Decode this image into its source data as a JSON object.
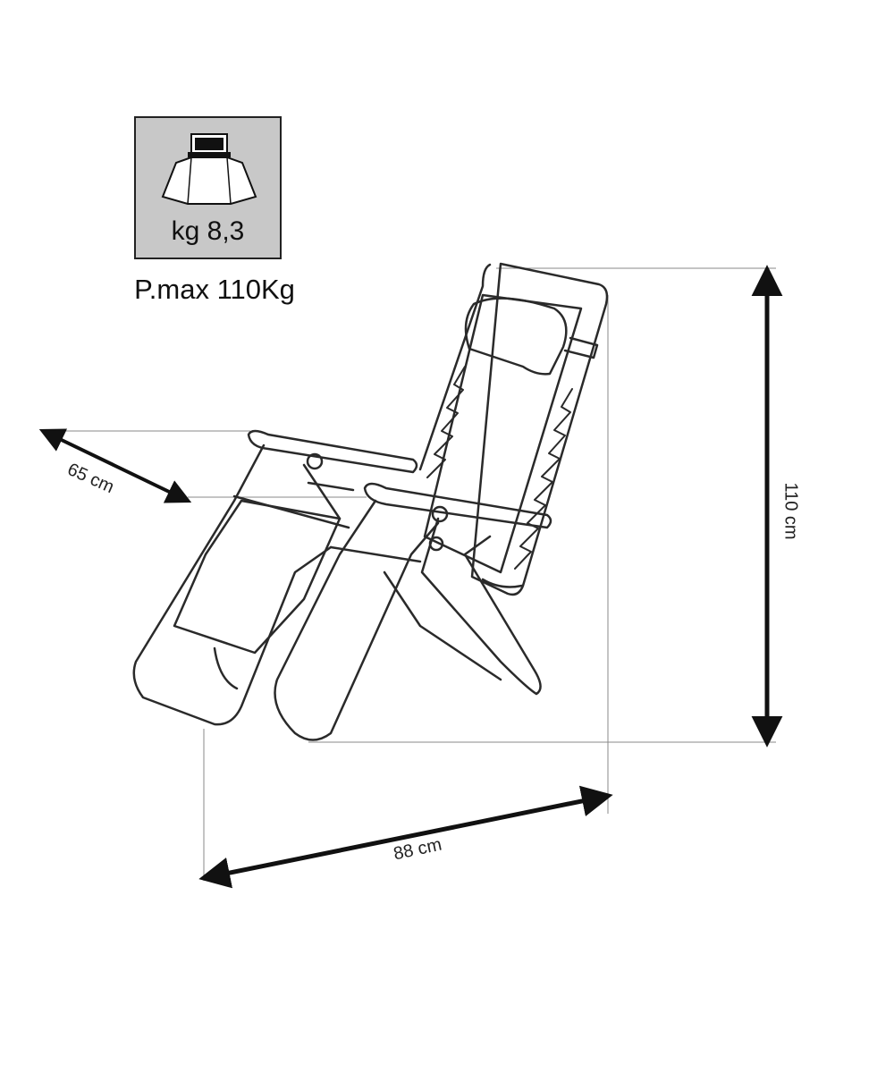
{
  "weight_box": {
    "weight_label": "kg 8,3",
    "icon": "bag-weight-icon",
    "background_color": "#c8c8c8"
  },
  "max_load_label": "P.max 110Kg",
  "dimensions": {
    "depth_label": "65 cm",
    "length_label": "88 cm",
    "height_label": "110 cm"
  },
  "colors": {
    "line": "#2a2a2a",
    "guide_line": "#888888",
    "arrow": "#111111"
  }
}
